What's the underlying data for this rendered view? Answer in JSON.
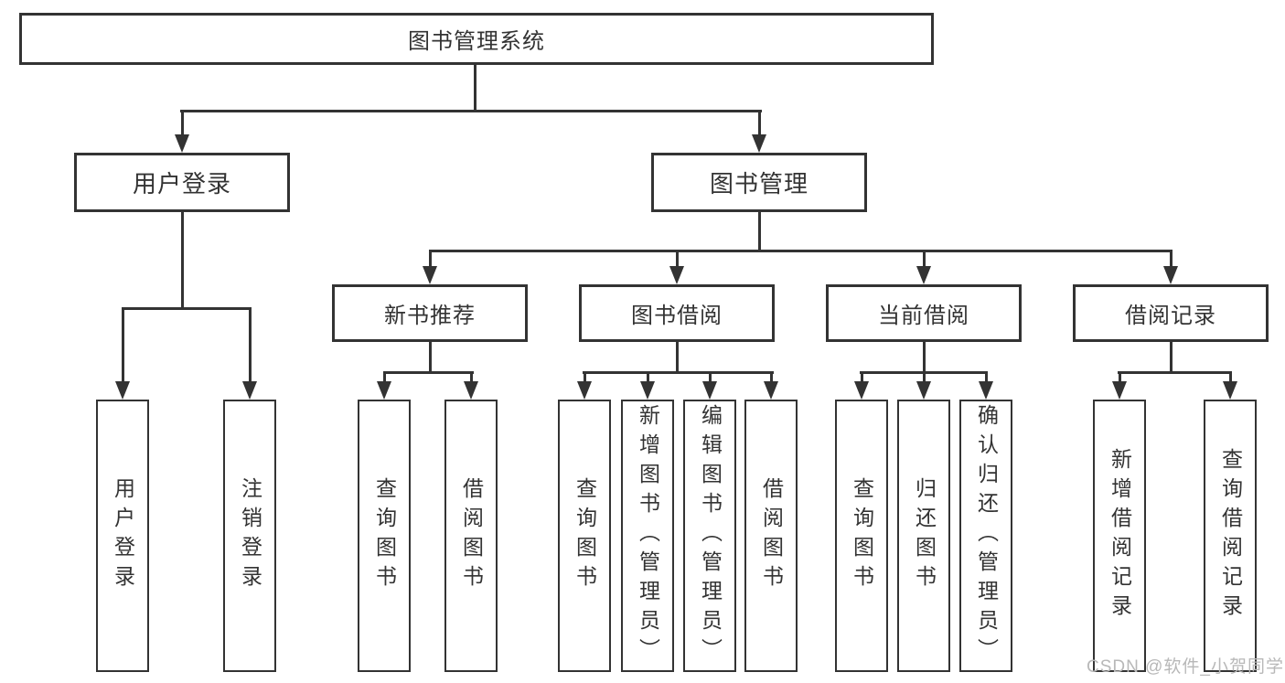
{
  "root": {
    "label": "图书管理系统"
  },
  "level2": [
    {
      "label": "用户登录"
    },
    {
      "label": "图书管理"
    }
  ],
  "level3": [
    {
      "label": "新书推荐"
    },
    {
      "label": "图书借阅"
    },
    {
      "label": "当前借阅"
    },
    {
      "label": "借阅记录"
    }
  ],
  "leaves": {
    "login": [
      {
        "label": "用户登录"
      },
      {
        "label": "注销登录"
      }
    ],
    "recommend": [
      {
        "label": "查询图书"
      },
      {
        "label": "借阅图书"
      }
    ],
    "borrow": [
      {
        "label": "查询图书"
      },
      {
        "label": "新增图书（管理员）"
      },
      {
        "label": "编辑图书（管理员）"
      },
      {
        "label": "借阅图书"
      }
    ],
    "current": [
      {
        "label": "查询图书"
      },
      {
        "label": "归还图书"
      },
      {
        "label": "确认归还（管理员）"
      }
    ],
    "records": [
      {
        "label": "新增借阅记录"
      },
      {
        "label": "查询借阅记录"
      }
    ]
  },
  "watermark": {
    "text": "CSDN @软件_小贺同学"
  },
  "colors": {
    "line": "#333333",
    "box_background": "#ffffff",
    "text": "#333333",
    "watermark": "#b8b8b8"
  }
}
